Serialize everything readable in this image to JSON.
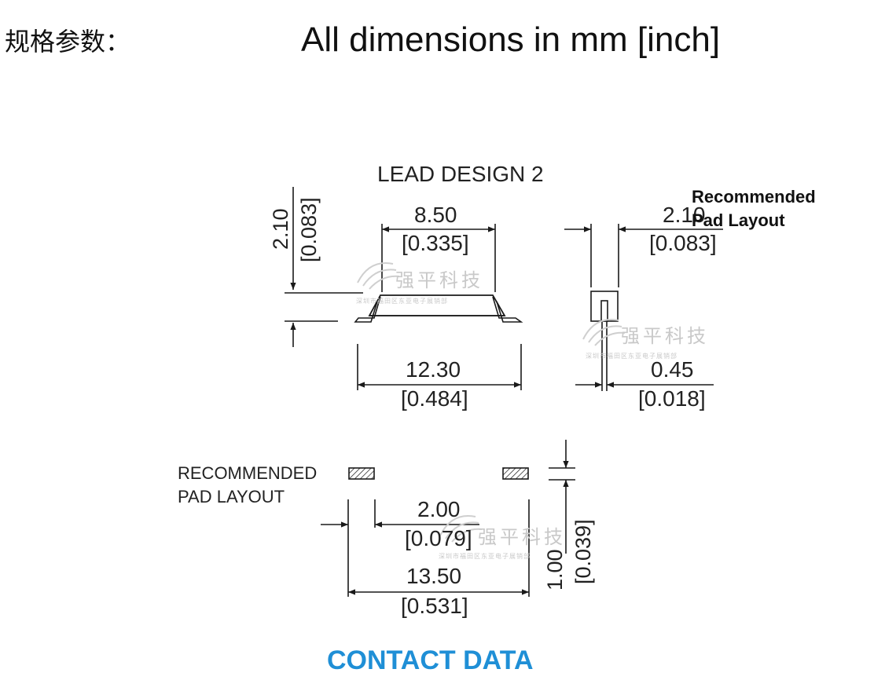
{
  "header": {
    "spec_label": "规格参数：",
    "units_title": "All dimensions in mm [inch]"
  },
  "drawing": {
    "lead_design_title": "LEAD DESIGN 2",
    "recommended_title_line1": "Recommended",
    "recommended_title_line2": "Pad Layout",
    "dims": {
      "height_mm": "2.10",
      "height_in": "[0.083]",
      "body_length_mm": "8.50",
      "body_length_in": "[0.335]",
      "side_width_mm": "2.10",
      "side_width_in": "[0.083]",
      "overall_length_mm": "12.30",
      "overall_length_in": "[0.484]",
      "lead_width_mm": "0.45",
      "lead_width_in": "[0.018]",
      "pad_width_mm": "2.00",
      "pad_width_in": "[0.079]",
      "pad_span_mm": "13.50",
      "pad_span_in": "[0.531]",
      "pad_height_mm": "1.00",
      "pad_height_in": "[0.039]"
    },
    "pad_layout_line1": "RECOMMENDED",
    "pad_layout_line2": "PAD LAYOUT"
  },
  "watermark": {
    "brand": "强平科技",
    "address": "深圳市福田区东亚电子展销部"
  },
  "footer": {
    "contact_title": "CONTACT DATA"
  },
  "colors": {
    "line": "#1a1a1a",
    "contact_blue": "#1f8fd6",
    "watermark": "#c9c9c9"
  }
}
